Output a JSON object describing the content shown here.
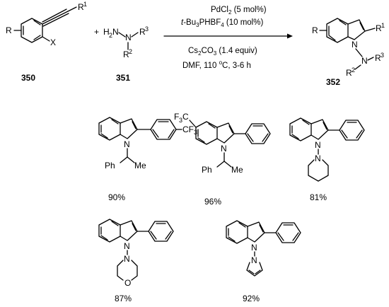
{
  "reaction": {
    "reactant1_label": "350",
    "reactant2_label": "351",
    "product_label": "352",
    "plus": "+",
    "conditions_above": [
      "PdCl2 (5 mol%)",
      "t-Bu3PHBF4 (10 mol%)"
    ],
    "conditions_below": [
      "Cs2CO3 (1.4 equiv)",
      "DMF, 110 °C, 3-6 h"
    ]
  },
  "examples": [
    {
      "yield": "90%"
    },
    {
      "yield": "96%"
    },
    {
      "yield": "81%"
    },
    {
      "yield": "87%"
    },
    {
      "yield": "92%"
    }
  ]
}
